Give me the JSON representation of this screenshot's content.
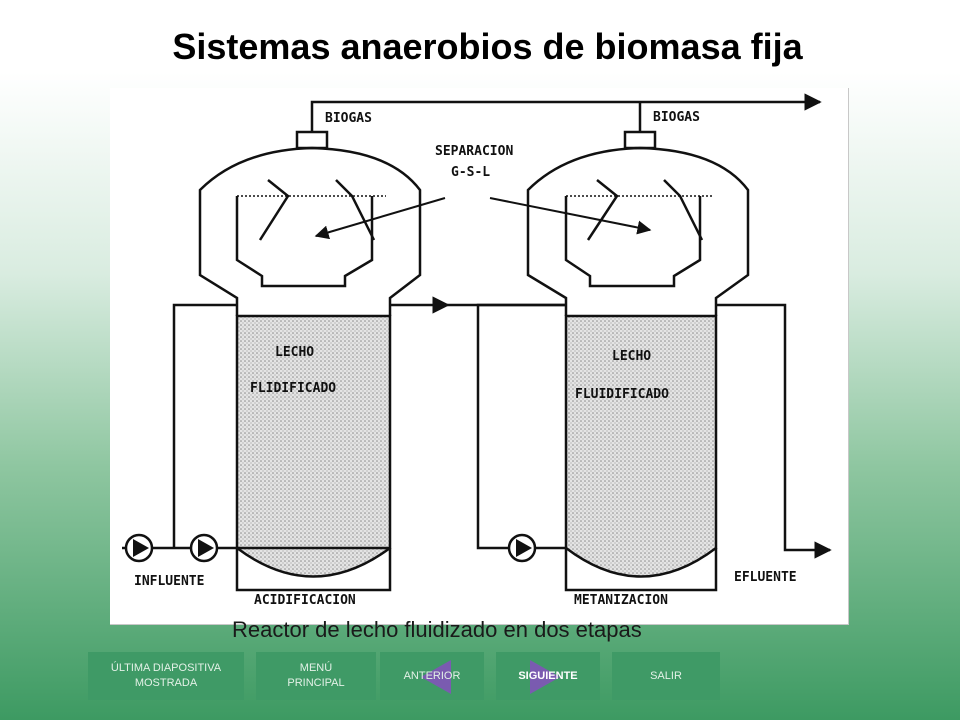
{
  "slide": {
    "title": "Sistemas anaerobios de biomasa fija",
    "caption": "Reactor de lecho fluidizado en dos etapas"
  },
  "diagram": {
    "biogas_left": "BIOGAS",
    "biogas_right": "BIOGAS",
    "separation_line1": "SEPARACION",
    "separation_line2": "G-S-L",
    "bed_left_line1": "LECHO",
    "bed_left_line2": "FLIDIFICADO",
    "bed_right_line1": "LECHO",
    "bed_right_line2": "FLUIDIFICADO",
    "influent": "INFLUENTE",
    "effluent": "EFLUENTE",
    "stage_left": "ACIDIFICACION",
    "stage_right": "METANIZACION"
  },
  "nav": {
    "last_slide": "ÚLTIMA DIAPOSITIVA MOSTRADA",
    "main_menu": "MENÚ PRINCIPAL",
    "previous": "ANTERIOR",
    "next": "SIGUIENTE",
    "exit": "SALIR"
  },
  "colors": {
    "nav_button": "#3f9a66",
    "nav_arrow": "#7a5bb0",
    "background_bottom": "#3d9a62"
  }
}
